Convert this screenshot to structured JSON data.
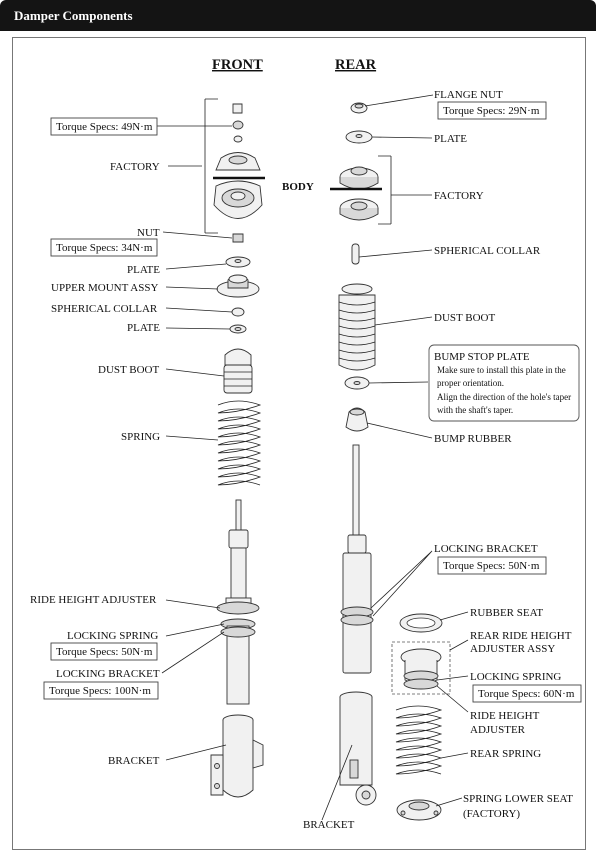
{
  "title": "Damper Components",
  "headings": {
    "front": "FRONT",
    "rear": "REAR",
    "body": "BODY"
  },
  "front": {
    "torque_top": "Torque Specs: 49N·m",
    "factory": "FACTORY",
    "nut": "NUT",
    "torque_nut": "Torque Specs: 34N·m",
    "plate1": "PLATE",
    "upper_mount": "UPPER MOUNT ASSY",
    "spherical_collar": "SPHERICAL COLLAR",
    "plate2": "PLATE",
    "dust_boot": "DUST BOOT",
    "spring": "SPRING",
    "ride_height_adjuster": "RIDE HEIGHT ADJUSTER",
    "locking_spring": "LOCKING SPRING",
    "torque_locking_spring": "Torque Specs: 50N·m",
    "locking_bracket": "LOCKING BRACKET",
    "torque_locking_bracket": "Torque Specs: 100N·m",
    "bracket": "BRACKET"
  },
  "rear": {
    "flange_nut": "FLANGE NUT",
    "torque_flange": "Torque Specs: 29N·m",
    "plate": "PLATE",
    "factory": "FACTORY",
    "spherical_collar": "SPHERICAL COLLAR",
    "dust_boot": "DUST BOOT",
    "bump_stop_plate": "BUMP STOP PLATE",
    "bump_note_1": "Make sure to install this plate in the",
    "bump_note_2": "proper orientation.",
    "bump_note_3": "Align the direction of the hole's taper",
    "bump_note_4": "with the shaft's taper.",
    "bump_rubber": "BUMP RUBBER",
    "locking_bracket": "LOCKING BRACKET",
    "torque_locking_bracket": "Torque Specs: 50N·m",
    "rubber_seat": "RUBBER SEAT",
    "rear_ride_height_1": "REAR RIDE HEIGHT",
    "rear_ride_height_2": "ADJUSTER ASSY",
    "locking_spring": "LOCKING SPRING",
    "torque_locking_spring": "Torque Specs: 60N·m",
    "ride_height_adj_1": "RIDE HEIGHT",
    "ride_height_adj_2": "ADJUSTER",
    "rear_spring": "REAR SPRING",
    "spring_lower_1": "SPRING LOWER SEAT",
    "spring_lower_2": "(FACTORY)",
    "bracket": "BRACKET"
  }
}
